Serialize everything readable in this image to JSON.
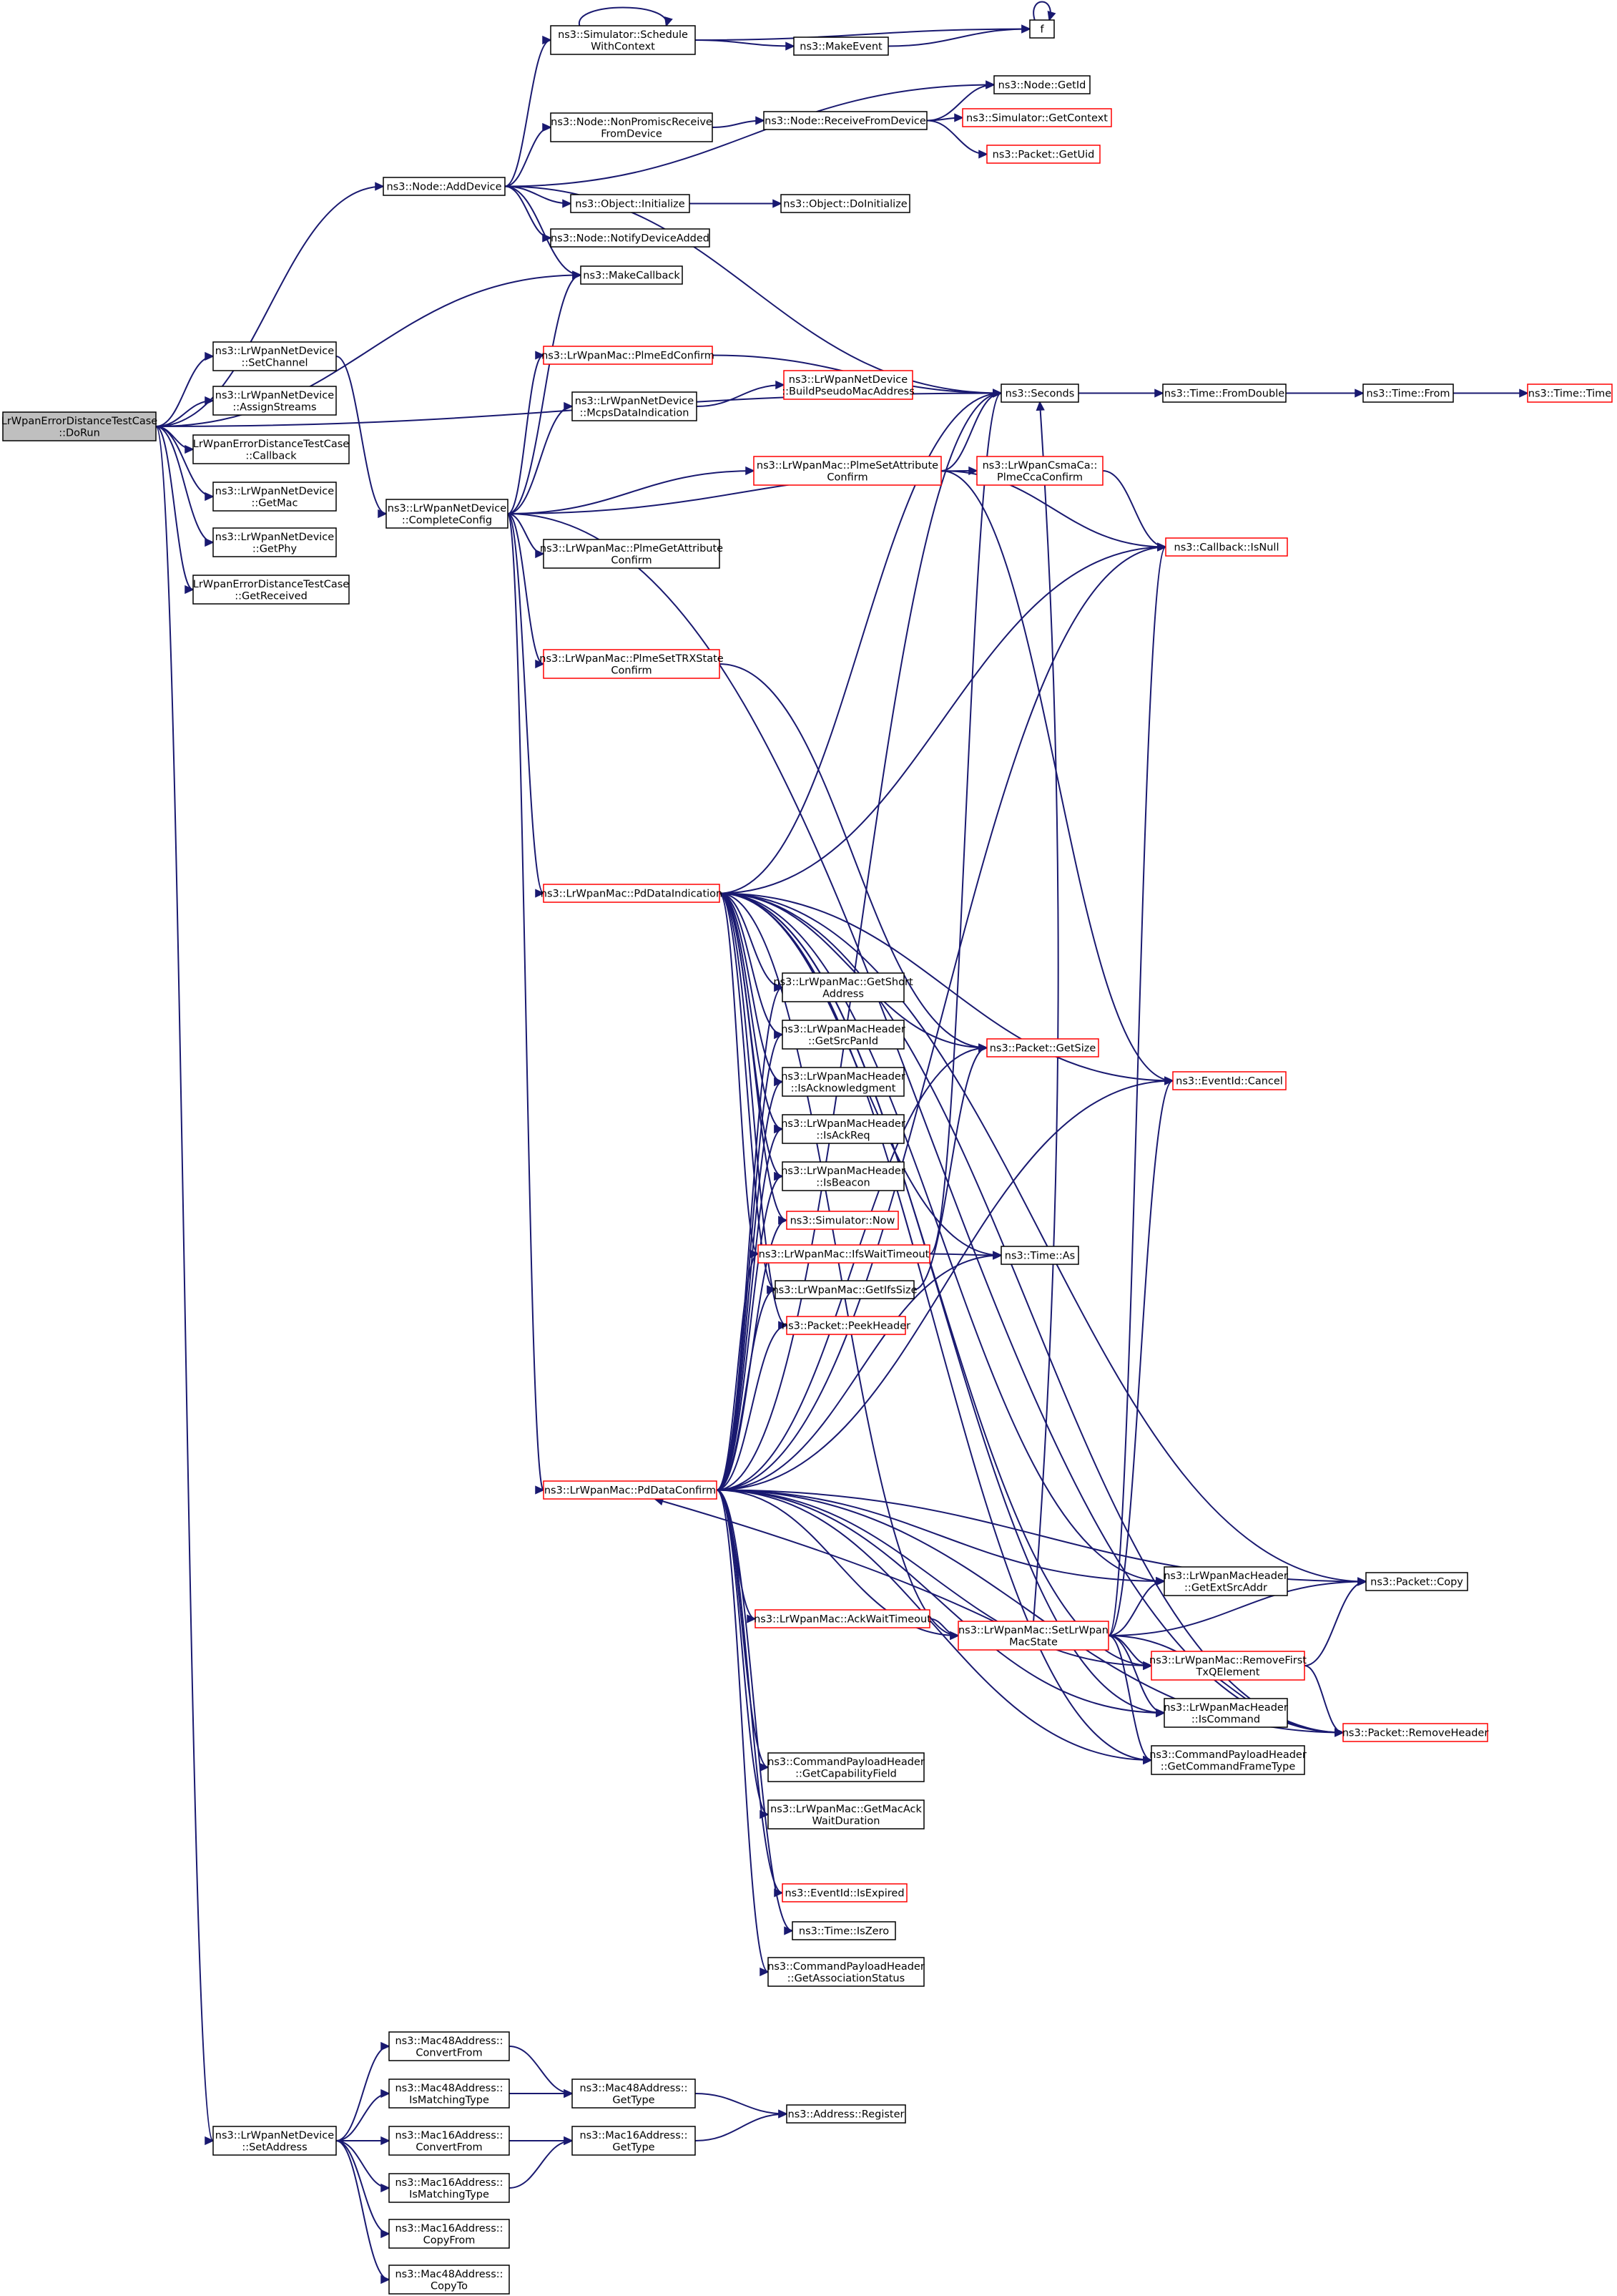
{
  "diagram": {
    "type": "doxygen-call-graph",
    "colors": {
      "edge": "#191970",
      "node_border_normal": "#000000",
      "node_border_truncated": "#ff0000",
      "root_fill": "#bfbfbf",
      "node_fill": "#ffffff"
    },
    "nodes": [
      {
        "id": "root",
        "lines": [
          "LrWpanErrorDistanceTestCase",
          "::DoRun"
        ],
        "style": "root"
      },
      {
        "id": "adddevice",
        "lines": [
          "ns3::Node::AddDevice"
        ],
        "style": "normal"
      },
      {
        "id": "setchannel",
        "lines": [
          "ns3::LrWpanNetDevice",
          "::SetChannel"
        ],
        "style": "normal"
      },
      {
        "id": "assignstreams",
        "lines": [
          "ns3::LrWpanNetDevice",
          "::AssignStreams"
        ],
        "style": "normal"
      },
      {
        "id": "callback",
        "lines": [
          "LrWpanErrorDistanceTestCase",
          "::Callback"
        ],
        "style": "normal"
      },
      {
        "id": "getmac",
        "lines": [
          "ns3::LrWpanNetDevice",
          "::GetMac"
        ],
        "style": "normal"
      },
      {
        "id": "getphy",
        "lines": [
          "ns3::LrWpanNetDevice",
          "::GetPhy"
        ],
        "style": "normal"
      },
      {
        "id": "getreceived",
        "lines": [
          "LrWpanErrorDistanceTestCase",
          "::GetReceived"
        ],
        "style": "normal"
      },
      {
        "id": "setaddress",
        "lines": [
          "ns3::LrWpanNetDevice",
          "::SetAddress"
        ],
        "style": "normal"
      },
      {
        "id": "schedwc",
        "lines": [
          "ns3::Simulator::Schedule",
          "WithContext"
        ],
        "style": "normal"
      },
      {
        "id": "f",
        "lines": [
          "f"
        ],
        "style": "normal"
      },
      {
        "id": "makeevent",
        "lines": [
          "ns3::MakeEvent"
        ],
        "style": "normal"
      },
      {
        "id": "getid",
        "lines": [
          "ns3::Node::GetId"
        ],
        "style": "normal"
      },
      {
        "id": "nonpromisc",
        "lines": [
          "ns3::Node::NonPromiscReceive",
          "FromDevice"
        ],
        "style": "normal"
      },
      {
        "id": "recvfromdev",
        "lines": [
          "ns3::Node::ReceiveFromDevice"
        ],
        "style": "normal"
      },
      {
        "id": "getcontext",
        "lines": [
          "ns3::Simulator::GetContext"
        ],
        "style": "truncated"
      },
      {
        "id": "getuid",
        "lines": [
          "ns3::Packet::GetUid"
        ],
        "style": "truncated"
      },
      {
        "id": "objinit",
        "lines": [
          "ns3::Object::Initialize"
        ],
        "style": "normal"
      },
      {
        "id": "doinit",
        "lines": [
          "ns3::Object::DoInitialize"
        ],
        "style": "normal"
      },
      {
        "id": "notifyadded",
        "lines": [
          "ns3::Node::NotifyDeviceAdded"
        ],
        "style": "normal"
      },
      {
        "id": "makecallback",
        "lines": [
          "ns3::MakeCallback"
        ],
        "style": "normal"
      },
      {
        "id": "seconds",
        "lines": [
          "ns3::Seconds"
        ],
        "style": "normal"
      },
      {
        "id": "fromdouble",
        "lines": [
          "ns3::Time::FromDouble"
        ],
        "style": "normal"
      },
      {
        "id": "timefrom",
        "lines": [
          "ns3::Time::From"
        ],
        "style": "normal"
      },
      {
        "id": "timetime",
        "lines": [
          "ns3::Time::Time"
        ],
        "style": "truncated"
      },
      {
        "id": "plmeedconfirm",
        "lines": [
          "ns3::LrWpanMac::PlmeEdConfirm"
        ],
        "style": "truncated"
      },
      {
        "id": "mcpsdata",
        "lines": [
          "ns3::LrWpanNetDevice",
          "::McpsDataIndication"
        ],
        "style": "normal"
      },
      {
        "id": "buildpseudo",
        "lines": [
          "ns3::LrWpanNetDevice",
          "::BuildPseudoMacAddress"
        ],
        "style": "truncated"
      },
      {
        "id": "plmesetattr",
        "lines": [
          "ns3::LrWpanMac::PlmeSetAttribute",
          "Confirm"
        ],
        "style": "truncated"
      },
      {
        "id": "plmecca",
        "lines": [
          "ns3::LrWpanCsmaCa::",
          "PlmeCcaConfirm"
        ],
        "style": "truncated"
      },
      {
        "id": "completeconfig",
        "lines": [
          "ns3::LrWpanNetDevice",
          "::CompleteConfig"
        ],
        "style": "normal"
      },
      {
        "id": "isnull",
        "lines": [
          "ns3::Callback::IsNull"
        ],
        "style": "truncated"
      },
      {
        "id": "plmegetattr",
        "lines": [
          "ns3::LrWpanMac::PlmeGetAttribute",
          "Confirm"
        ],
        "style": "normal"
      },
      {
        "id": "plmesettrx",
        "lines": [
          "ns3::LrWpanMac::PlmeSetTRXState",
          "Confirm"
        ],
        "style": "truncated"
      },
      {
        "id": "pddataind",
        "lines": [
          "ns3::LrWpanMac::PdDataIndication"
        ],
        "style": "truncated"
      },
      {
        "id": "getshort",
        "lines": [
          "ns3::LrWpanMac::GetShort",
          "Address"
        ],
        "style": "normal"
      },
      {
        "id": "getsrcpanid",
        "lines": [
          "ns3::LrWpanMacHeader",
          "::GetSrcPanId"
        ],
        "style": "normal"
      },
      {
        "id": "isack",
        "lines": [
          "ns3::LrWpanMacHeader",
          "::IsAcknowledgment"
        ],
        "style": "normal"
      },
      {
        "id": "isackreq",
        "lines": [
          "ns3::LrWpanMacHeader",
          "::IsAckReq"
        ],
        "style": "normal"
      },
      {
        "id": "isbeacon",
        "lines": [
          "ns3::LrWpanMacHeader",
          "::IsBeacon"
        ],
        "style": "normal"
      },
      {
        "id": "simnow",
        "lines": [
          "ns3::Simulator::Now"
        ],
        "style": "truncated"
      },
      {
        "id": "ifswait",
        "lines": [
          "ns3::LrWpanMac::IfsWaitTimeout"
        ],
        "style": "truncated"
      },
      {
        "id": "getifs",
        "lines": [
          "ns3::LrWpanMac::GetIfsSize"
        ],
        "style": "normal"
      },
      {
        "id": "peekheader",
        "lines": [
          "ns3::Packet::PeekHeader"
        ],
        "style": "truncated"
      },
      {
        "id": "getsize",
        "lines": [
          "ns3::Packet::GetSize"
        ],
        "style": "truncated"
      },
      {
        "id": "eventcancel",
        "lines": [
          "ns3::EventId::Cancel"
        ],
        "style": "truncated"
      },
      {
        "id": "timeas",
        "lines": [
          "ns3::Time::As"
        ],
        "style": "normal"
      },
      {
        "id": "pddataconfirm",
        "lines": [
          "ns3::LrWpanMac::PdDataConfirm"
        ],
        "style": "truncated"
      },
      {
        "id": "getextsrc",
        "lines": [
          "ns3::LrWpanMacHeader",
          "::GetExtSrcAddr"
        ],
        "style": "normal"
      },
      {
        "id": "packetcopy",
        "lines": [
          "ns3::Packet::Copy"
        ],
        "style": "normal"
      },
      {
        "id": "ackwait",
        "lines": [
          "ns3::LrWpanMac::AckWaitTimeout"
        ],
        "style": "truncated"
      },
      {
        "id": "setlrwpanstate",
        "lines": [
          "ns3::LrWpanMac::SetLrWpan",
          "MacState"
        ],
        "style": "truncated"
      },
      {
        "id": "removefirst",
        "lines": [
          "ns3::LrWpanMac::RemoveFirst",
          "TxQElement"
        ],
        "style": "truncated"
      },
      {
        "id": "iscommand",
        "lines": [
          "ns3::LrWpanMacHeader",
          "::IsCommand"
        ],
        "style": "normal"
      },
      {
        "id": "removeheader",
        "lines": [
          "ns3::Packet::RemoveHeader"
        ],
        "style": "truncated"
      },
      {
        "id": "getcmdframe",
        "lines": [
          "ns3::CommandPayloadHeader",
          "::GetCommandFrameType"
        ],
        "style": "normal"
      },
      {
        "id": "getcapability",
        "lines": [
          "ns3::CommandPayloadHeader",
          "::GetCapabilityField"
        ],
        "style": "normal"
      },
      {
        "id": "getmacack",
        "lines": [
          "ns3::LrWpanMac::GetMacAck",
          "WaitDuration"
        ],
        "style": "normal"
      },
      {
        "id": "isexpired",
        "lines": [
          "ns3::EventId::IsExpired"
        ],
        "style": "truncated"
      },
      {
        "id": "iszero",
        "lines": [
          "ns3::Time::IsZero"
        ],
        "style": "normal"
      },
      {
        "id": "getassoc",
        "lines": [
          "ns3::CommandPayloadHeader",
          "::GetAssociationStatus"
        ],
        "style": "normal"
      },
      {
        "id": "m48convfrom",
        "lines": [
          "ns3::Mac48Address::",
          "ConvertFrom"
        ],
        "style": "normal"
      },
      {
        "id": "m48gettype",
        "lines": [
          "ns3::Mac48Address::",
          "GetType"
        ],
        "style": "normal"
      },
      {
        "id": "m48ismatch",
        "lines": [
          "ns3::Mac48Address::",
          "IsMatchingType"
        ],
        "style": "normal"
      },
      {
        "id": "addrregister",
        "lines": [
          "ns3::Address::Register"
        ],
        "style": "normal"
      },
      {
        "id": "m16convfrom",
        "lines": [
          "ns3::Mac16Address::",
          "ConvertFrom"
        ],
        "style": "normal"
      },
      {
        "id": "m16gettype",
        "lines": [
          "ns3::Mac16Address::",
          "GetType"
        ],
        "style": "normal"
      },
      {
        "id": "m16ismatch",
        "lines": [
          "ns3::Mac16Address::",
          "IsMatchingType"
        ],
        "style": "normal"
      },
      {
        "id": "m16copyfrom",
        "lines": [
          "ns3::Mac16Address::",
          "CopyFrom"
        ],
        "style": "normal"
      },
      {
        "id": "m48copyto",
        "lines": [
          "ns3::Mac48Address::",
          "CopyTo"
        ],
        "style": "normal"
      }
    ],
    "edges": [
      [
        "root",
        "adddevice"
      ],
      [
        "root",
        "makecallback"
      ],
      [
        "root",
        "seconds"
      ],
      [
        "root",
        "setchannel"
      ],
      [
        "root",
        "assignstreams"
      ],
      [
        "root",
        "callback"
      ],
      [
        "root",
        "getmac"
      ],
      [
        "root",
        "getphy"
      ],
      [
        "root",
        "getreceived"
      ],
      [
        "root",
        "setaddress"
      ],
      [
        "adddevice",
        "schedwc"
      ],
      [
        "adddevice",
        "getid"
      ],
      [
        "adddevice",
        "nonpromisc"
      ],
      [
        "adddevice",
        "objinit"
      ],
      [
        "adddevice",
        "notifyadded"
      ],
      [
        "adddevice",
        "makecallback"
      ],
      [
        "adddevice",
        "seconds"
      ],
      [
        "schedwc",
        "f"
      ],
      [
        "schedwc",
        "makeevent"
      ],
      [
        "schedwc",
        "schedwc"
      ],
      [
        "makeevent",
        "f"
      ],
      [
        "f",
        "f"
      ],
      [
        "nonpromisc",
        "recvfromdev"
      ],
      [
        "recvfromdev",
        "getid"
      ],
      [
        "recvfromdev",
        "getcontext"
      ],
      [
        "recvfromdev",
        "getuid"
      ],
      [
        "objinit",
        "doinit"
      ],
      [
        "seconds",
        "fromdouble"
      ],
      [
        "fromdouble",
        "timefrom"
      ],
      [
        "timefrom",
        "timetime"
      ],
      [
        "setchannel",
        "completeconfig"
      ],
      [
        "completeconfig",
        "makecallback"
      ],
      [
        "completeconfig",
        "plmeedconfirm"
      ],
      [
        "completeconfig",
        "mcpsdata"
      ],
      [
        "completeconfig",
        "plmesetattr"
      ],
      [
        "completeconfig",
        "plmecca"
      ],
      [
        "completeconfig",
        "plmegetattr"
      ],
      [
        "completeconfig",
        "plmesettrx"
      ],
      [
        "completeconfig",
        "pddataind"
      ],
      [
        "completeconfig",
        "pddataconfirm"
      ],
      [
        "completeconfig",
        "removeheader"
      ],
      [
        "plmeedconfirm",
        "seconds"
      ],
      [
        "mcpsdata",
        "buildpseudo"
      ],
      [
        "plmesetattr",
        "seconds"
      ],
      [
        "plmesetattr",
        "isnull"
      ],
      [
        "plmesetattr",
        "eventcancel"
      ],
      [
        "plmecca",
        "isnull"
      ],
      [
        "plmesettrx",
        "getsize"
      ],
      [
        "pddataind",
        "seconds"
      ],
      [
        "pddataind",
        "isnull"
      ],
      [
        "pddataind",
        "packetcopy"
      ],
      [
        "pddataind",
        "removeheader"
      ],
      [
        "pddataind",
        "eventcancel"
      ],
      [
        "pddataind",
        "getextsrc"
      ],
      [
        "pddataind",
        "iscommand"
      ],
      [
        "pddataind",
        "getcmdframe"
      ],
      [
        "pddataind",
        "removefirst"
      ],
      [
        "pddataind",
        "getsize"
      ],
      [
        "pddataind",
        "getshort"
      ],
      [
        "pddataind",
        "getsrcpanid"
      ],
      [
        "pddataind",
        "isack"
      ],
      [
        "pddataind",
        "isackreq"
      ],
      [
        "pddataind",
        "isbeacon"
      ],
      [
        "pddataind",
        "simnow"
      ],
      [
        "pddataind",
        "ifswait"
      ],
      [
        "pddataind",
        "getifs"
      ],
      [
        "pddataind",
        "peekheader"
      ],
      [
        "pddataind",
        "timeas"
      ],
      [
        "pddataind",
        "setlrwpanstate"
      ],
      [
        "ifswait",
        "timeas"
      ],
      [
        "ifswait",
        "seconds"
      ],
      [
        "getifs",
        "getsize"
      ],
      [
        "pddataconfirm",
        "getshort"
      ],
      [
        "pddataconfirm",
        "getsrcpanid"
      ],
      [
        "pddataconfirm",
        "isack"
      ],
      [
        "pddataconfirm",
        "isackreq"
      ],
      [
        "pddataconfirm",
        "isbeacon"
      ],
      [
        "pddataconfirm",
        "simnow"
      ],
      [
        "pddataconfirm",
        "ifswait"
      ],
      [
        "pddataconfirm",
        "getifs"
      ],
      [
        "pddataconfirm",
        "peekheader"
      ],
      [
        "pddataconfirm",
        "getsize"
      ],
      [
        "pddataconfirm",
        "seconds"
      ],
      [
        "pddataconfirm",
        "timeas"
      ],
      [
        "pddataconfirm",
        "isnull"
      ],
      [
        "pddataconfirm",
        "eventcancel"
      ],
      [
        "pddataconfirm",
        "packetcopy"
      ],
      [
        "pddataconfirm",
        "getextsrc"
      ],
      [
        "pddataconfirm",
        "ackwait"
      ],
      [
        "pddataconfirm",
        "setlrwpanstate"
      ],
      [
        "pddataconfirm",
        "removefirst"
      ],
      [
        "pddataconfirm",
        "iscommand"
      ],
      [
        "pddataconfirm",
        "getcmdframe"
      ],
      [
        "pddataconfirm",
        "getcapability"
      ],
      [
        "pddataconfirm",
        "getmacack"
      ],
      [
        "pddataconfirm",
        "isexpired"
      ],
      [
        "pddataconfirm",
        "iszero"
      ],
      [
        "pddataconfirm",
        "getassoc"
      ],
      [
        "pddataconfirm",
        "removeheader"
      ],
      [
        "ackwait",
        "setlrwpanstate"
      ],
      [
        "setlrwpanstate",
        "isnull"
      ],
      [
        "setlrwpanstate",
        "eventcancel"
      ],
      [
        "setlrwpanstate",
        "getextsrc"
      ],
      [
        "setlrwpanstate",
        "packetcopy"
      ],
      [
        "setlrwpanstate",
        "removefirst"
      ],
      [
        "setlrwpanstate",
        "iscommand"
      ],
      [
        "setlrwpanstate",
        "getcmdframe"
      ],
      [
        "setlrwpanstate",
        "removeheader"
      ],
      [
        "setlrwpanstate",
        "seconds"
      ],
      [
        "setlrwpanstate",
        "pddataconfirm"
      ],
      [
        "removefirst",
        "packetcopy"
      ],
      [
        "removefirst",
        "removeheader"
      ],
      [
        "setaddress",
        "m48convfrom"
      ],
      [
        "setaddress",
        "m48ismatch"
      ],
      [
        "setaddress",
        "m16convfrom"
      ],
      [
        "setaddress",
        "m16ismatch"
      ],
      [
        "setaddress",
        "m16copyfrom"
      ],
      [
        "setaddress",
        "m48copyto"
      ],
      [
        "m48convfrom",
        "m48gettype"
      ],
      [
        "m48ismatch",
        "m48gettype"
      ],
      [
        "m16convfrom",
        "m16gettype"
      ],
      [
        "m16ismatch",
        "m16gettype"
      ],
      [
        "m48gettype",
        "addrregister"
      ],
      [
        "m16gettype",
        "addrregister"
      ]
    ]
  }
}
